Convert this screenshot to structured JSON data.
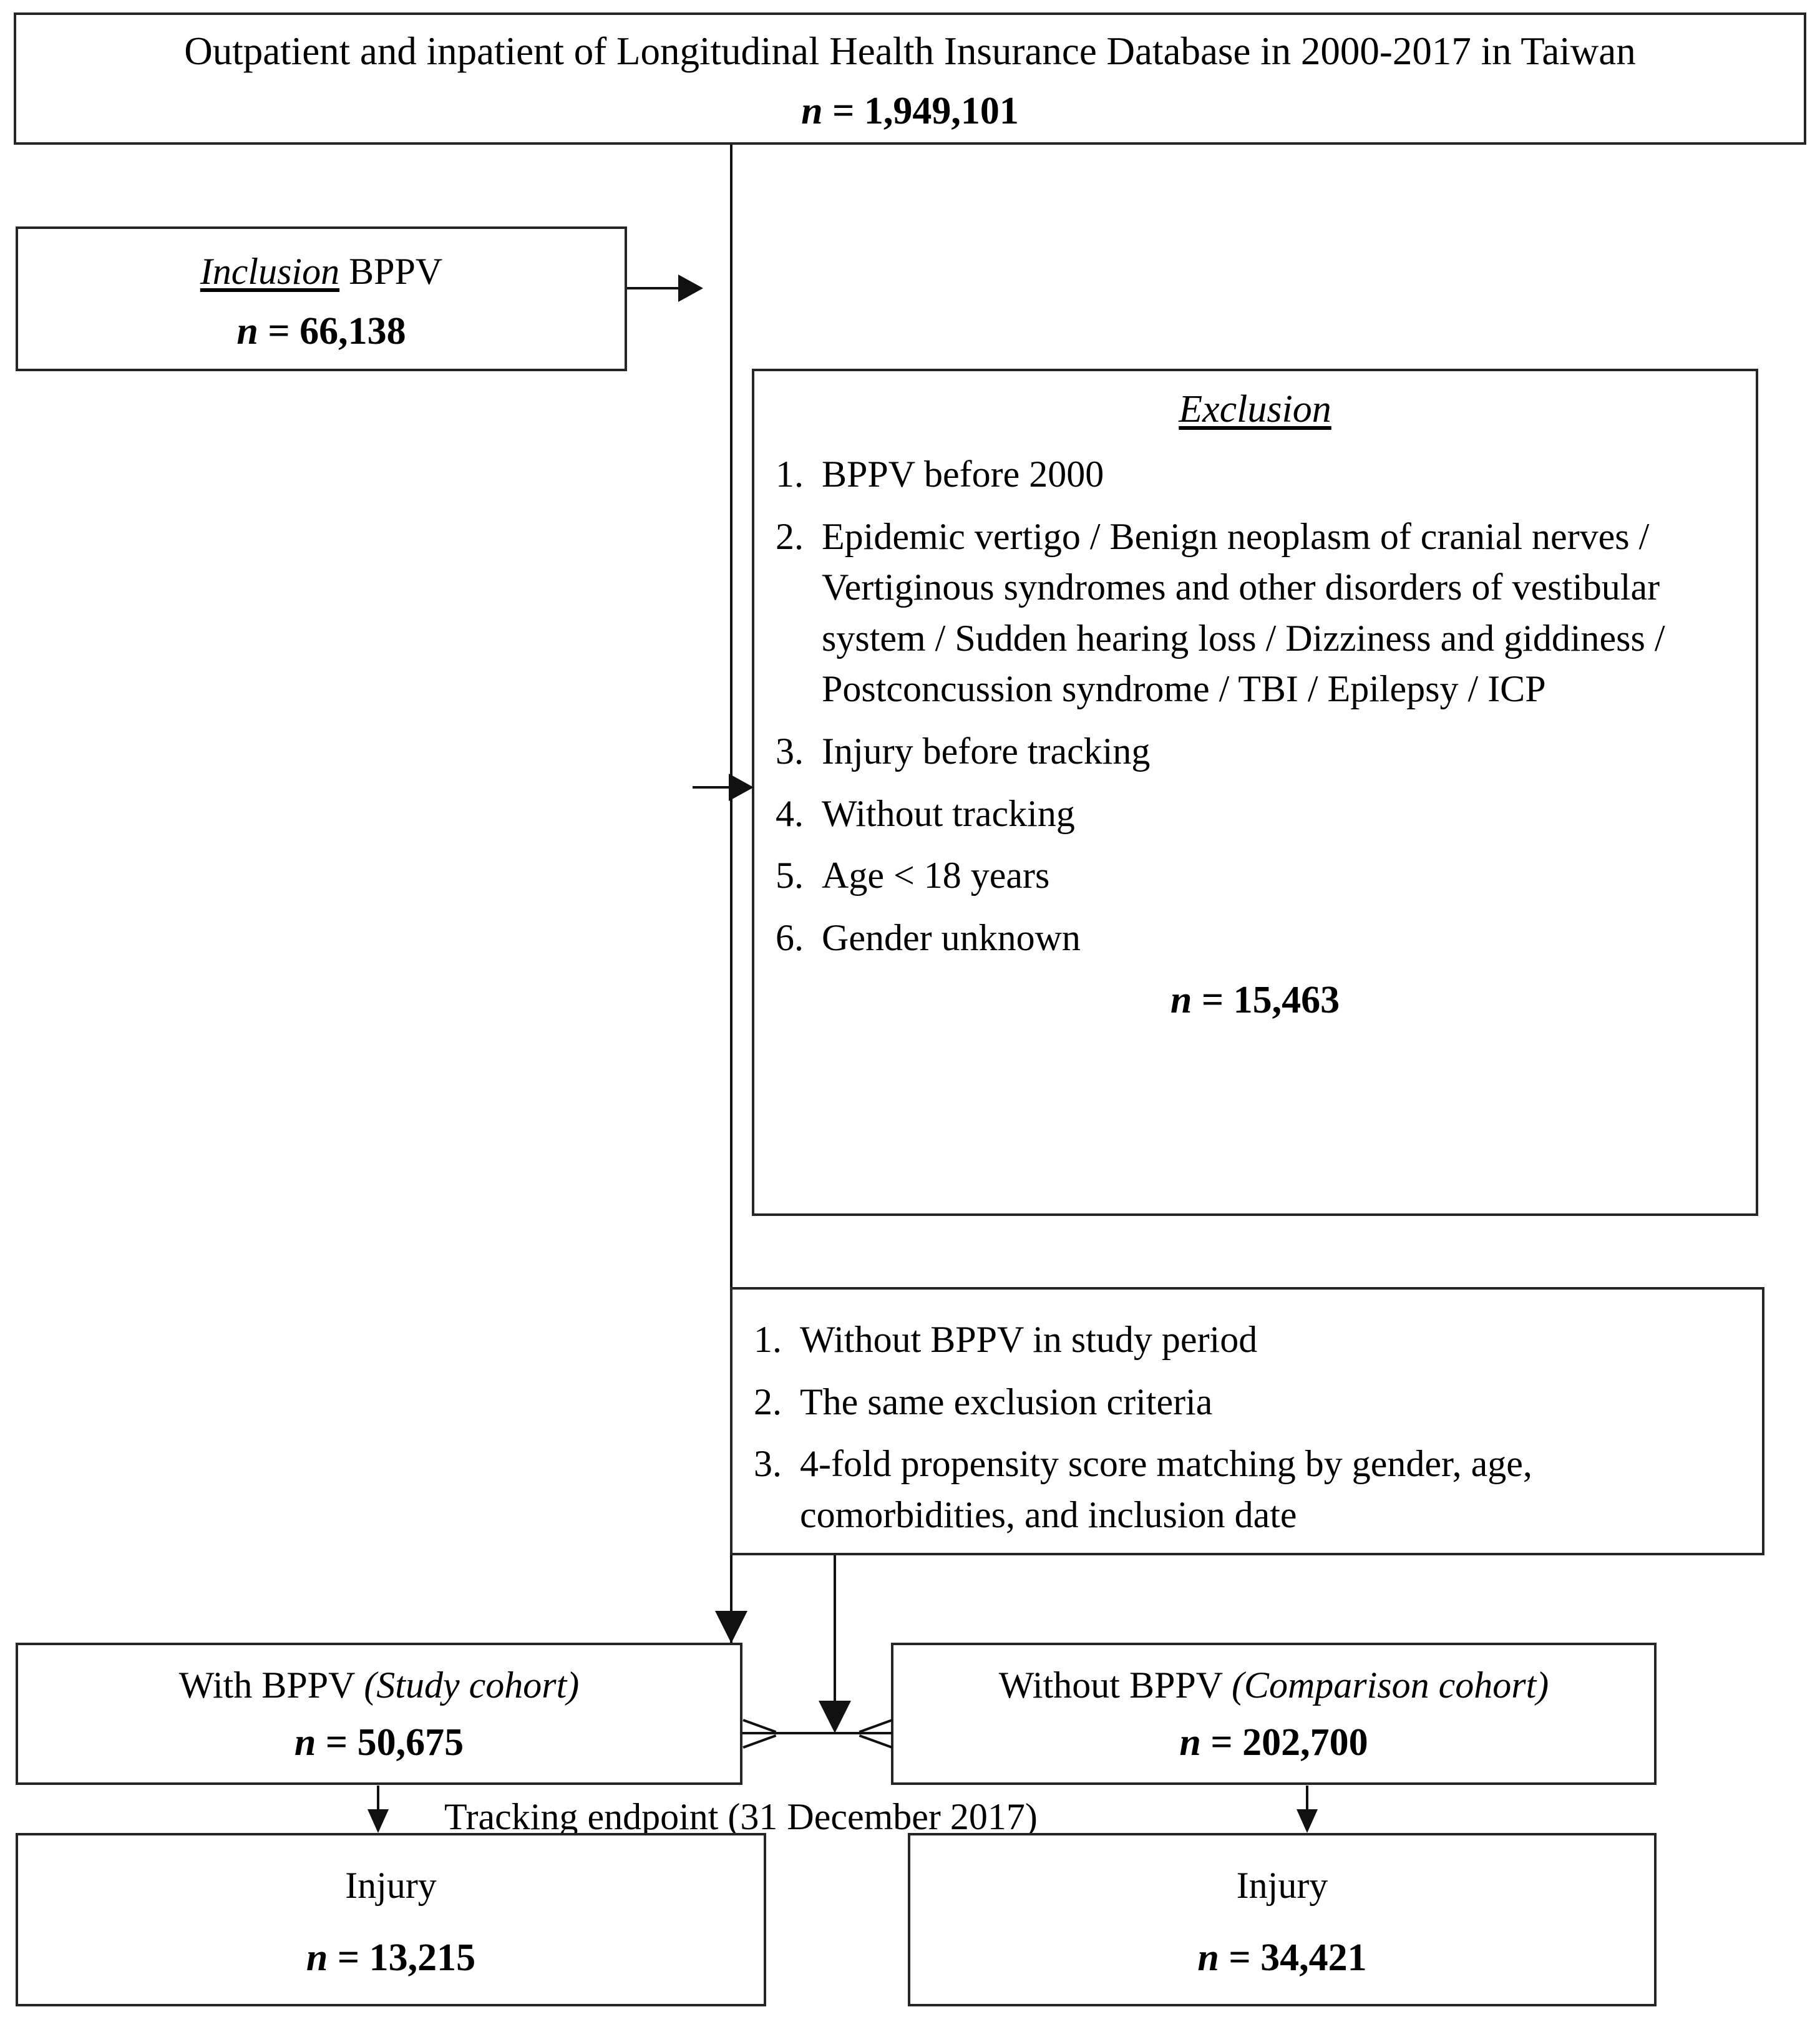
{
  "source_box": {
    "title": "Outpatient and inpatient of Longitudinal Health Insurance Database in 2000-2017 in Taiwan",
    "n_prefix": "n",
    "n_eq": " = ",
    "n_value": "1,949,101"
  },
  "inclusion_box": {
    "keyword": "Inclusion",
    "label": " BPPV",
    "n_prefix": "n",
    "n_eq": " = ",
    "n_value": "66,138"
  },
  "exclusion_box": {
    "heading": "Exclusion",
    "items": [
      {
        "num": "1.",
        "text": "BPPV before 2000"
      },
      {
        "num": "2.",
        "text": "Epidemic vertigo / Benign neoplasm of cranial nerves / Vertiginous syndromes and other disorders of vestibular system / Sudden hearing loss / Dizziness and giddiness / Postconcussion syndrome / TBI / Epilepsy / ICP"
      },
      {
        "num": "3.",
        "text": "Injury before tracking"
      },
      {
        "num": "4.",
        "text": "Without tracking"
      },
      {
        "num": "5.",
        "text": "Age < 18 years"
      },
      {
        "num": "6.",
        "text": "Gender unknown"
      }
    ],
    "n_prefix": "n",
    "n_eq": " = ",
    "n_value": "15,463"
  },
  "matching_box": {
    "items": [
      {
        "num": "1.",
        "text": "Without BPPV in study period"
      },
      {
        "num": "2.",
        "text": "The same exclusion criteria"
      },
      {
        "num": "3.",
        "text": "4-fold propensity score matching by gender, age, comorbidities, and inclusion date"
      }
    ]
  },
  "study_cohort_box": {
    "label": "With BPPV ",
    "label_italic": "(Study cohort)",
    "n_prefix": "n",
    "n_eq": " = ",
    "n_value": "50,675"
  },
  "comparison_cohort_box": {
    "label": "Without BPPV ",
    "label_italic": "(Comparison cohort)",
    "n_prefix": "n",
    "n_eq": " = ",
    "n_value": "202,700"
  },
  "tracking_label": "Tracking endpoint (31 December 2017)",
  "study_outcome_box": {
    "label": "Injury",
    "n_prefix": "n",
    "n_eq": " = ",
    "n_value": "13,215"
  },
  "comparison_outcome_box": {
    "label": "Injury",
    "n_prefix": "n",
    "n_eq": " = ",
    "n_value": "34,421"
  },
  "colors": {
    "line": "#111111",
    "border": "#262626",
    "background": "#ffffff",
    "text": "#000000"
  }
}
